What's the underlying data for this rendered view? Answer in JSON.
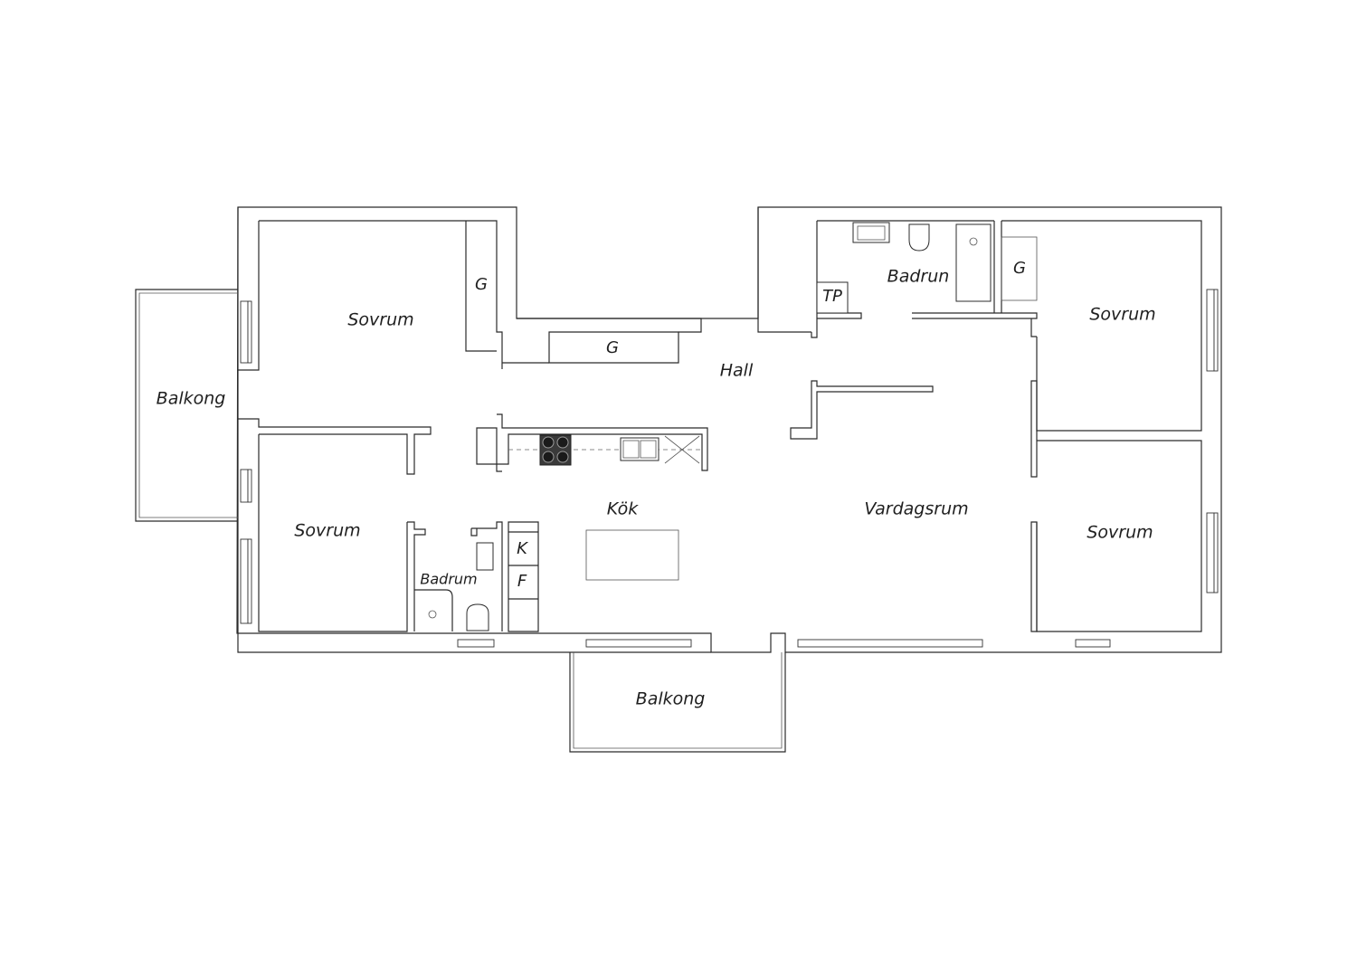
{
  "rooms": {
    "sovrum_top_left": "Sovrum",
    "sovrum_bottom_left": "Sovrum",
    "sovrum_top_right": "Sovrum",
    "sovrum_bottom_right": "Sovrum",
    "balkong_left": "Balkong",
    "balkong_bottom": "Balkong",
    "hall": "Hall",
    "kok": "Kök",
    "vardagsrum": "Vardagsrum",
    "badrum_small": "Badrum",
    "badrun_top": "Badrun",
    "tp": "TP"
  },
  "closets": {
    "g_left": "G",
    "g_hall": "G",
    "g_right": "G"
  },
  "appliances": {
    "k": "K",
    "f": "F"
  }
}
